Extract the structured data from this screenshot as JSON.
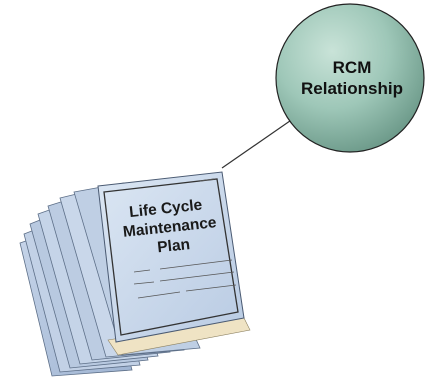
{
  "bubble": {
    "line1": "RCM",
    "line2": "Relationship",
    "fill_color": "#9ec7b8",
    "stroke_color": "#222222"
  },
  "document": {
    "title_line1": "Life Cycle",
    "title_line2": "Maintenance",
    "title_line3": "Plan",
    "paper_color": "#c9d8ec",
    "border_color": "#333333"
  },
  "connector_color": "#333333"
}
